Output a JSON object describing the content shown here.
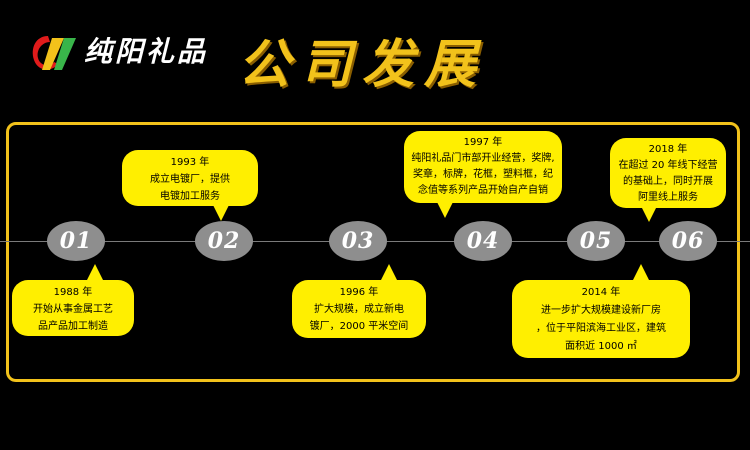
{
  "header": {
    "logo_text": "纯阳礼品",
    "title": "公司发展"
  },
  "colors": {
    "accent": "#f2c21b",
    "bubble": "#ffef00",
    "node": "#8e8e8e",
    "background": "#000000"
  },
  "nodes": [
    "01",
    "02",
    "03",
    "04",
    "05",
    "06"
  ],
  "milestones": {
    "m1988": {
      "year": "1988 年",
      "line1": "开始从事金属工艺",
      "line2": "品产品加工制造"
    },
    "m1993": {
      "year": "1993 年",
      "line1": "成立电镀厂，提供",
      "line2": "电镀加工服务"
    },
    "m1996": {
      "year": "1996 年",
      "line1": "扩大规模，成立新电",
      "line2": "镀厂，2000 平米空间"
    },
    "m1997": {
      "year": "1997 年",
      "line1": "纯阳礼品门市部开业经营，奖牌,",
      "line2": "奖章，标牌，花框，塑料框，纪",
      "line3": "念值等系列产品开始自产自销"
    },
    "m2014": {
      "year": "2014 年",
      "line1": "进一步扩大规模建设新厂房",
      "line2": "，位于平阳滨海工业区，建筑",
      "line3": "面积近 1000 ㎡"
    },
    "m2018": {
      "year": "2018 年",
      "line1": "在超过 20 年线下经营",
      "line2": "的基础上，同时开展",
      "line3": "阿里线上服务"
    }
  }
}
